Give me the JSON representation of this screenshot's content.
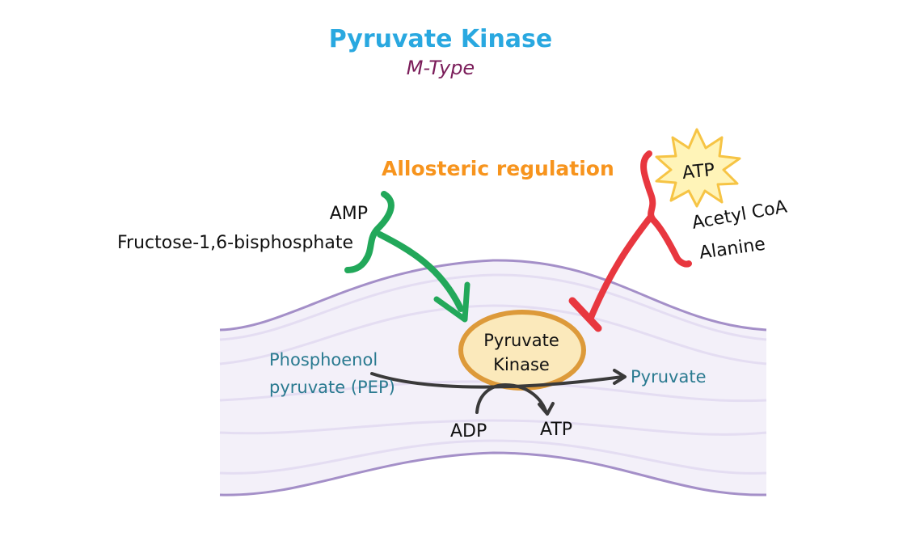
{
  "title": "Pyruvate Kinase",
  "subtitle": "M-Type",
  "regulation": {
    "heading": "Allosteric regulation",
    "activators": [
      "AMP",
      "Fructose-1,6-bisphosphate"
    ],
    "inhibitors": [
      "ATP",
      "Acetyl CoA",
      "Alanine"
    ],
    "activator_color": "#22a85a",
    "inhibitor_color": "#e8373f"
  },
  "reaction": {
    "enzyme_line1": "Pyruvate",
    "enzyme_line2": "Kinase",
    "substrate_line1": "Phosphoenol",
    "substrate_line2": "pyruvate (PEP)",
    "product": "Pyruvate",
    "cofactor_in": "ADP",
    "cofactor_out": "ATP"
  },
  "colors": {
    "title": "#29a8e0",
    "subtitle": "#7b1d5a",
    "heading": "#f7941d",
    "metabolite": "#2a7a90",
    "muscle_fill": "#f3f0f9",
    "muscle_stroke": "#a48fc8",
    "enzyme_fill": "#fbe9bb",
    "enzyme_stroke": "#dd9a3a",
    "atp_star_fill": "#fff4b8",
    "atp_star_stroke": "#f6c445"
  }
}
